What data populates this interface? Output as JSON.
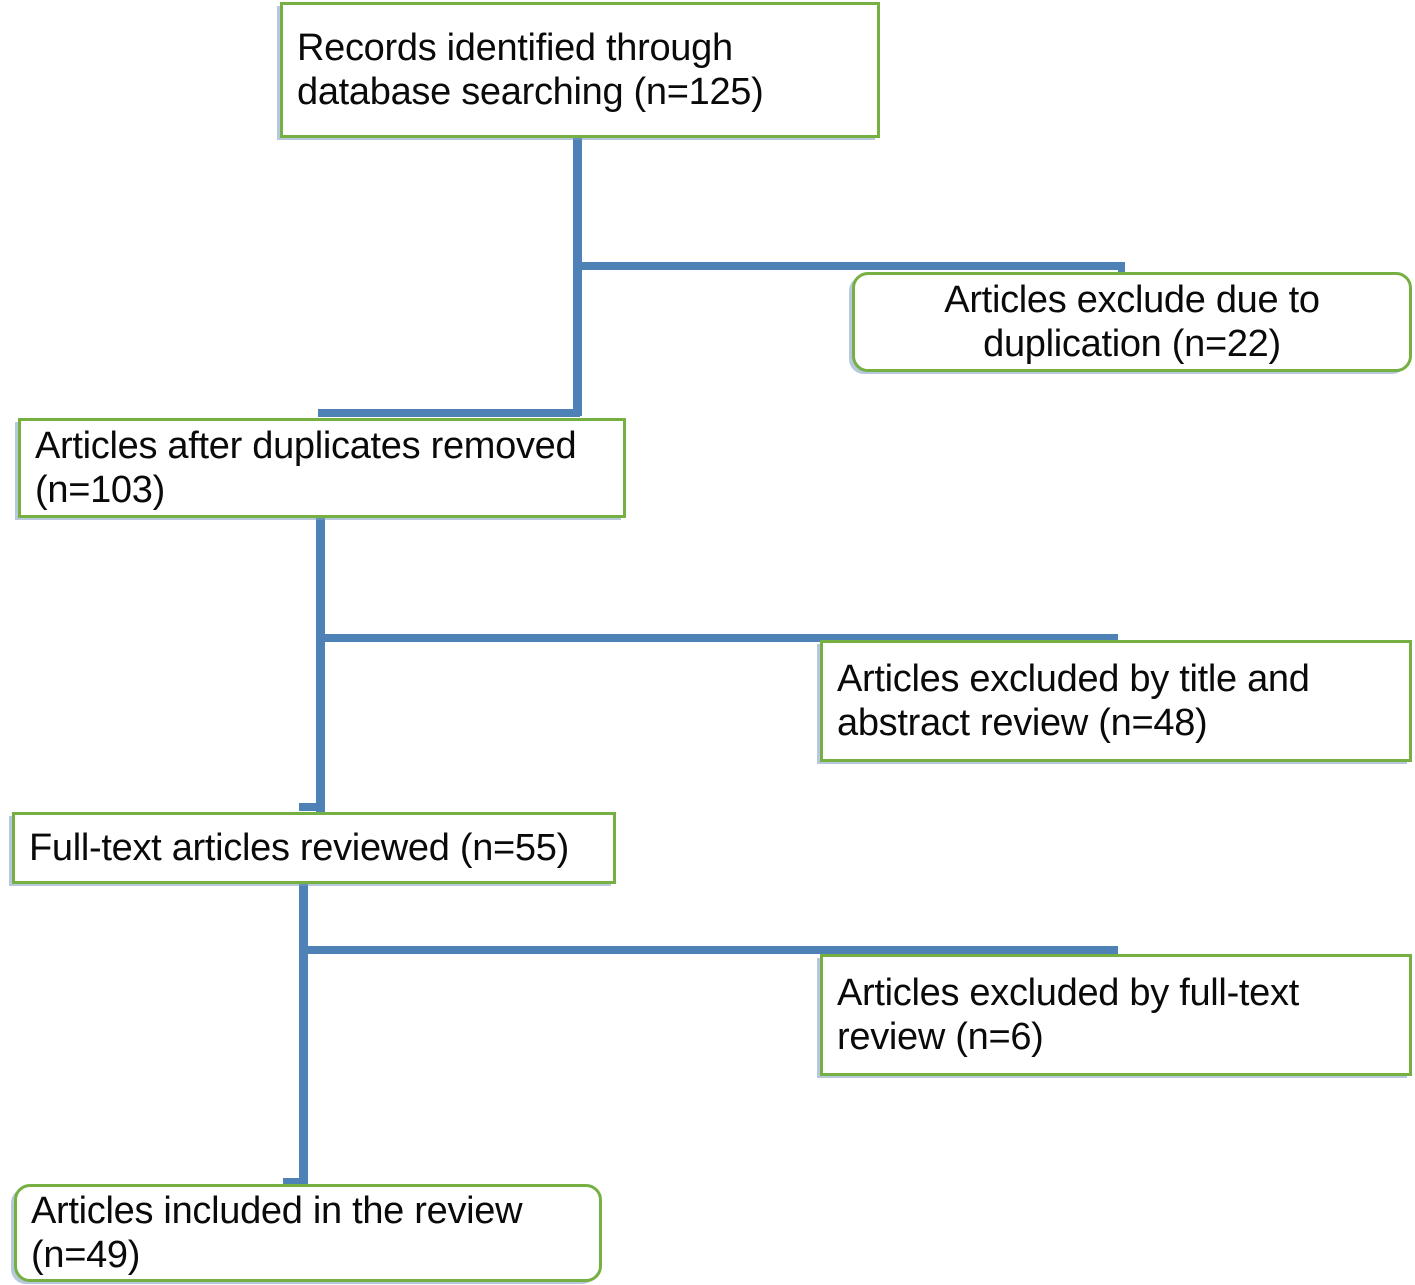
{
  "diagram": {
    "title": "PRISMA study selection flow diagram",
    "colors": {
      "box_border": "#76b043",
      "box_fill": "#ffffff",
      "connector": "#4e81b6",
      "shadow": "#7a9bbf",
      "text": "#0a0a0a"
    },
    "nodes": [
      {
        "id": "records-identified",
        "text": "Records identified through database searching (n=125)",
        "count": 125,
        "stage": "identification",
        "shape": "rectangle",
        "align": "left"
      },
      {
        "id": "excluded-duplication",
        "text": "Articles  exclude due to duplication (n=22)",
        "count": 22,
        "stage": "exclusion",
        "shape": "rounded-rectangle",
        "align": "center"
      },
      {
        "id": "after-duplicates-removed",
        "text": "Articles after duplicates removed (n=103)",
        "count": 103,
        "stage": "screening",
        "shape": "rectangle",
        "align": "left"
      },
      {
        "id": "excluded-title-abstract",
        "text": "Articles excluded by title and abstract review (n=48)",
        "count": 48,
        "stage": "exclusion",
        "shape": "rectangle",
        "align": "left"
      },
      {
        "id": "full-text-reviewed",
        "text": "Full-text articles reviewed (n=55)",
        "count": 55,
        "stage": "eligibility",
        "shape": "rectangle",
        "align": "left"
      },
      {
        "id": "excluded-full-text",
        "text": "Articles excluded by full-text review (n=6)",
        "count": 6,
        "stage": "exclusion",
        "shape": "rectangle",
        "align": "left"
      },
      {
        "id": "included-in-review",
        "text": "Articles included in the review (n=49)",
        "count": 49,
        "stage": "included",
        "shape": "rounded-rectangle",
        "align": "left"
      }
    ],
    "edges": [
      {
        "from": "records-identified",
        "to": "after-duplicates-removed",
        "kind": "main"
      },
      {
        "from": "records-identified",
        "to": "excluded-duplication",
        "kind": "branch"
      },
      {
        "from": "after-duplicates-removed",
        "to": "full-text-reviewed",
        "kind": "main"
      },
      {
        "from": "after-duplicates-removed",
        "to": "excluded-title-abstract",
        "kind": "branch"
      },
      {
        "from": "full-text-reviewed",
        "to": "included-in-review",
        "kind": "main"
      },
      {
        "from": "full-text-reviewed",
        "to": "excluded-full-text",
        "kind": "branch"
      }
    ]
  }
}
